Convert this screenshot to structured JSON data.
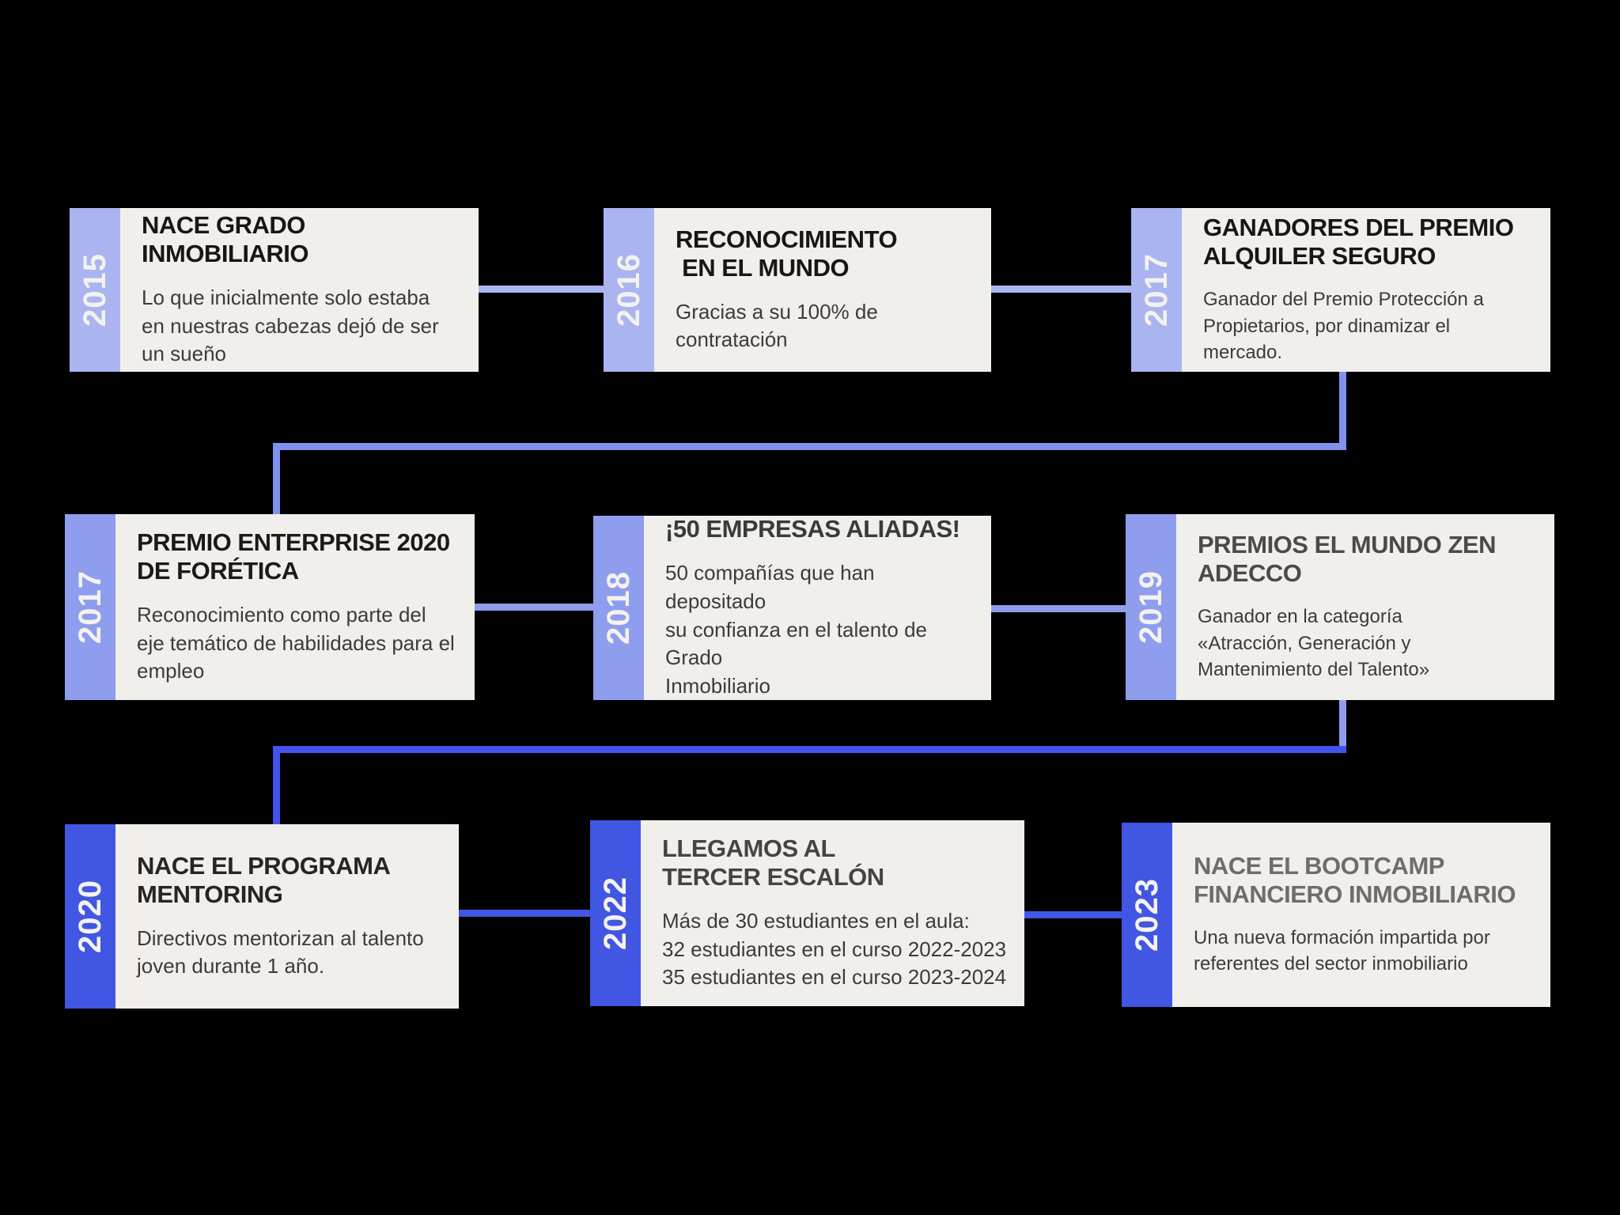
{
  "colors": {
    "background": "#000000",
    "card_bg": "#f1efeb",
    "year_text": "#f4f2ee",
    "tier1": "#a9b4f1",
    "tier2": "#8f9dee",
    "tier3": "#4156e2",
    "connector_l1": "#8191ef",
    "connector_l2": "#4254ec",
    "title_default": "#171614",
    "body_text": "#3c3b37"
  },
  "cards": [
    {
      "year": "2015",
      "title": "NACE GRADO INMOBILIARIO",
      "body": "Lo que inicialmente solo estaba\nen nuestras cabezas dejó de ser\nun sueño",
      "title_color": "#171614"
    },
    {
      "year": "2016",
      "title": "RECONOCIMIENTO\n EN EL MUNDO",
      "body": "Gracias a su 100% de contratación",
      "title_color": "#171614"
    },
    {
      "year": "2017",
      "title": "GANADORES DEL PREMIO\nALQUILER SEGURO",
      "body": "Ganador del Premio Protección a\nPropietarios, por dinamizar el\nmercado.",
      "title_color": "#171614"
    },
    {
      "year": "2017",
      "title": "PREMIO ENTERPRISE 2020\nDE FORÉTICA",
      "body": "Reconocimiento como parte del\neje temático de habilidades para el\nempleo",
      "title_color": "#1b1a18"
    },
    {
      "year": "2018",
      "title": "¡50 EMPRESAS ALIADAS!",
      "body": "50 compañías que han depositado\nsu confianza en el talento de Grado\nInmobiliario",
      "title_color": "#3a3a36"
    },
    {
      "year": "2019",
      "title": "PREMIOS EL MUNDO ZEN\nADECCO",
      "body": "Ganador en la categoría\n«Atracción, Generación y\nMantenimiento del Talento»",
      "title_color": "#4b4a46"
    },
    {
      "year": "2020",
      "title": "NACE EL PROGRAMA\nMENTORING",
      "body": "Directivos mentorizan al talento\njoven durante 1 año.",
      "title_color": "#262521"
    },
    {
      "year": "2022",
      "title": "LLEGAMOS AL\nTERCER ESCALÓN",
      "body": "Más de 30 estudiantes en el aula:\n32 estudiantes en el curso 2022-2023\n35 estudiantes en el curso 2023-2024",
      "title_color": "#45443f"
    },
    {
      "year": "2023",
      "title": "NACE EL BOOTCAMP\nFINANCIERO INMOBILIARIO",
      "body": "Una nueva formación impartida por\nreferentes del sector inmobiliario",
      "title_color": "#6e6d68"
    }
  ]
}
